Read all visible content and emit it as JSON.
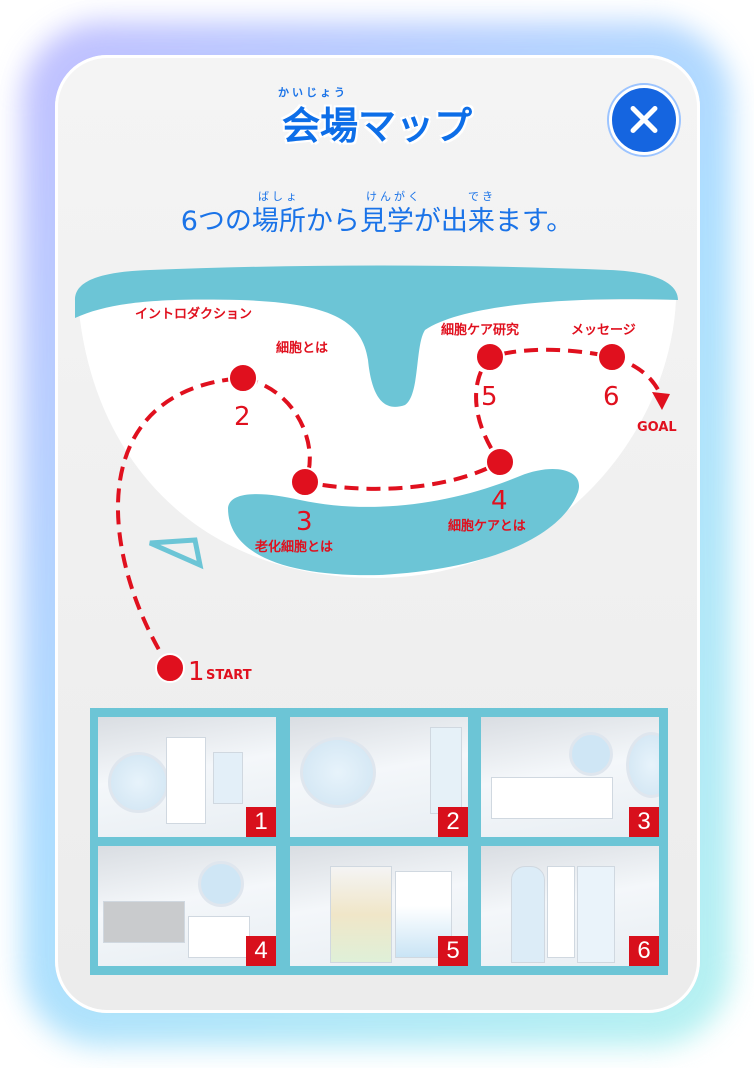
{
  "header": {
    "title_ruby": "かいじょう",
    "title": "会場マップ",
    "subtitle": "6つの場所から見学が出来ます。",
    "subtitle_ruby": [
      "ばしょ",
      "けんがく",
      "でき"
    ],
    "close_icon": "close-x-icon"
  },
  "map": {
    "labels": {
      "intro": "イントロダクション",
      "saibou": "細胞とは",
      "roka": "老化細胞とは",
      "care": "細胞ケアとは",
      "research": "細胞ケア研究",
      "message": "メッセージ"
    },
    "stops": [
      "1",
      "2",
      "3",
      "4",
      "5",
      "6"
    ],
    "start": "START",
    "goal": "GOAL"
  },
  "thumbnails": [
    {
      "number": "1"
    },
    {
      "number": "2"
    },
    {
      "number": "3"
    },
    {
      "number": "4"
    },
    {
      "number": "5"
    },
    {
      "number": "6"
    }
  ],
  "colors": {
    "accent": "#1565e0",
    "route": "#e0101e",
    "floor": "#6cc5d6"
  }
}
